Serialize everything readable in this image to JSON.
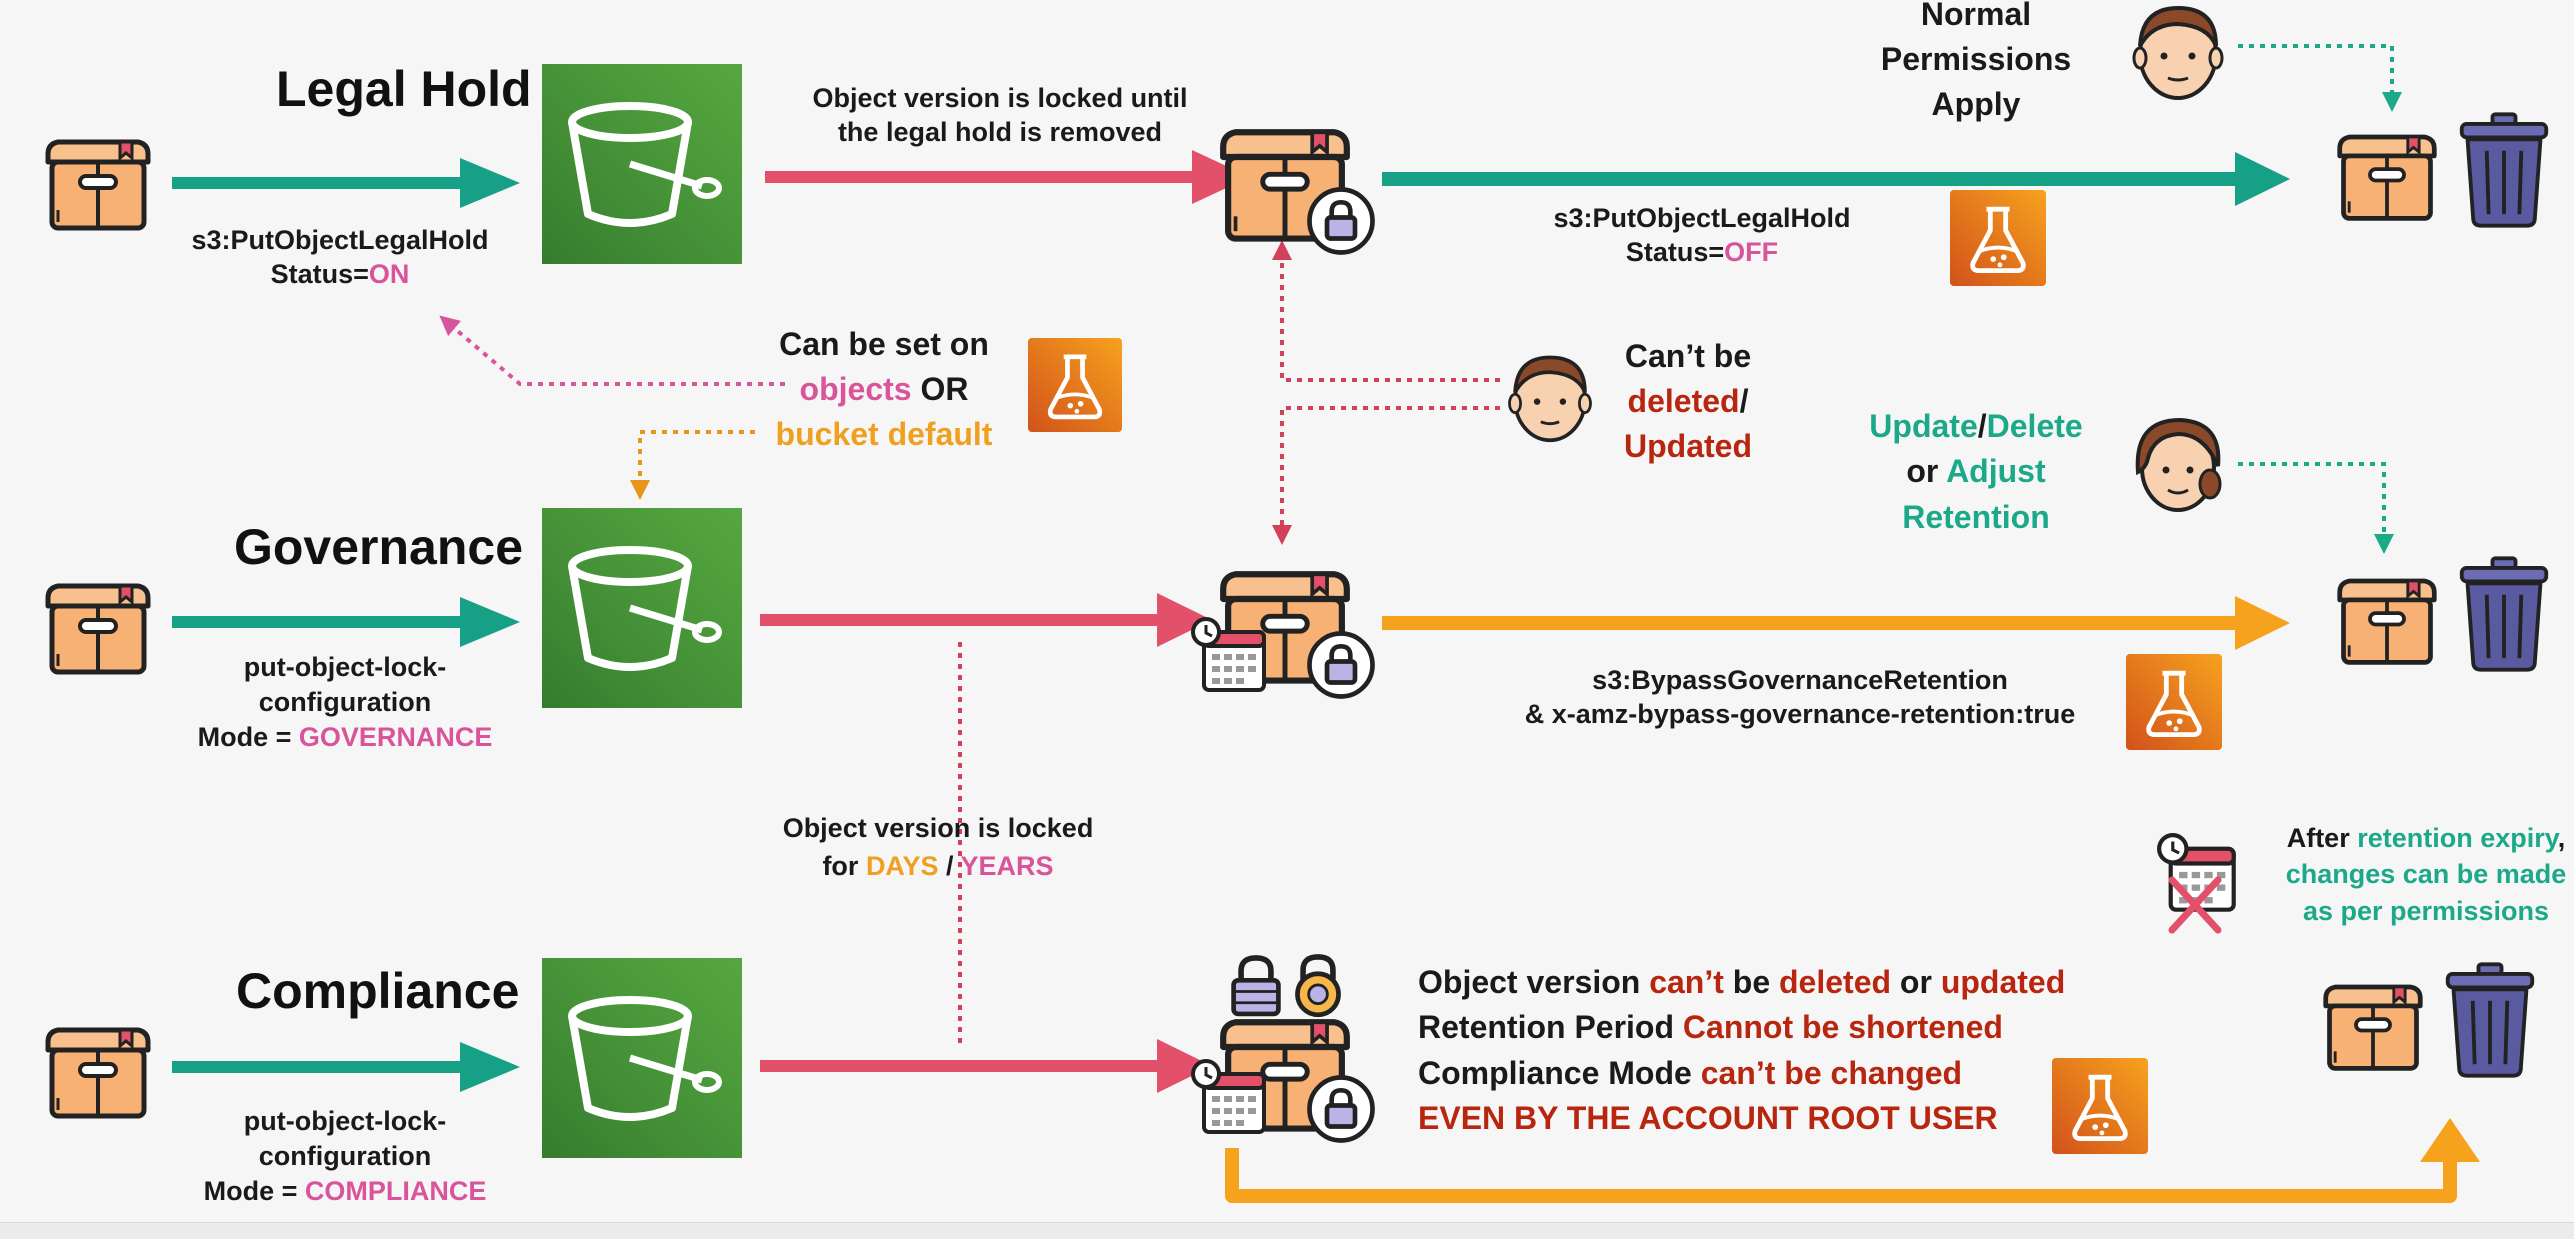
{
  "rows": {
    "legal_hold": {
      "title": "Legal Hold",
      "api_line": "s3:PutObjectLegalHold",
      "status_prefix": "Status=",
      "status_value": "ON",
      "locked_line1": "Object version is locked until",
      "locked_line2": "the legal hold is removed",
      "remove_api": "s3:PutObjectLegalHold",
      "remove_status_prefix": "Status=",
      "remove_status_value": "OFF",
      "permissions_line1": "Normal",
      "permissions_line2": "Permissions",
      "permissions_line3": "Apply"
    },
    "governance": {
      "title": "Governance",
      "config_line1": "put-object-lock-",
      "config_line2": "configuration",
      "mode_prefix": "Mode = ",
      "mode_value": "GOVERNANCE",
      "bypass_line1": "s3:BypassGovernanceRetention",
      "bypass_line2": "& x-amz-bypass-governance-retention:true",
      "update_word": "Update",
      "slash": "/",
      "delete_word": "Delete",
      "or_word": "or ",
      "adjust_word": "Adjust",
      "retention_word": "Retention"
    },
    "compliance": {
      "title": "Compliance",
      "config_line1": "put-object-lock-",
      "config_line2": "configuration",
      "mode_prefix": "Mode = ",
      "mode_value": "COMPLIANCE",
      "rule1_a": "Object version ",
      "rule1_b": "can’t",
      "rule1_c": " be ",
      "rule1_d": "deleted",
      "rule1_e": " or ",
      "rule1_f": "updated",
      "rule2_a": "Retention Period ",
      "rule2_b": "Cannot be shortened",
      "rule3_a": "Compliance Mode ",
      "rule3_b": "can’t be changed",
      "rule4": "EVEN BY THE ACCOUNT ROOT USER",
      "after_a": "After ",
      "after_b": "retention expiry",
      "after_c": ",",
      "after_d": "changes can be made",
      "after_e": "as per permissions"
    }
  },
  "center": {
    "set_on_line1": "Can be set on",
    "objects": "objects",
    "or_word": " OR",
    "bucket_default": "bucket default",
    "cant_be": "Can’t be",
    "deleted": "deleted",
    "slash": "/",
    "updated": "Updated",
    "locked_for": "Object version is locked",
    "for_word": "for ",
    "days": "DAYS",
    "sep": " / ",
    "years": "YEARS"
  },
  "colors": {
    "green_arrow": "#16a085",
    "red_arrow": "#e2506a",
    "orange_arrow": "#f7a21c",
    "pink_dotted": "#d9559b",
    "red_dotted": "#d2415a",
    "orange_dotted": "#e8951c",
    "teal_dotted": "#1ba98a",
    "bucket_green": "#3f8f35",
    "iam_orange": "#e8951c",
    "trash_purple": "#5a5aa0",
    "box_orange": "#f7c08c"
  },
  "icons": {
    "box": "package-box-icon",
    "bucket": "s3-bucket-icon",
    "flask": "iam-policy-flask-icon",
    "trash": "trash-can-icon",
    "lock": "padlock-icon",
    "calendar": "calendar-clock-icon",
    "face": "user-face-icon"
  }
}
